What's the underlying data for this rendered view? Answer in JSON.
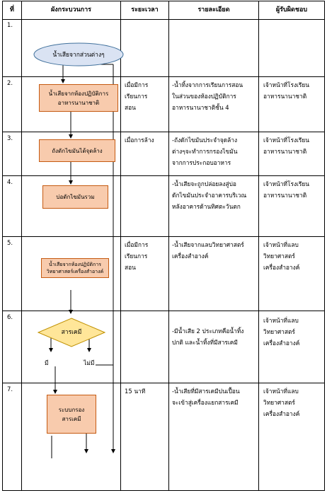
{
  "header": {
    "no": "ที่",
    "flow": "ผังกระบวนการ",
    "time": "ระยะเวลา",
    "detail": "รายละเอียด",
    "resp": "ผู้รับผิดชอบ"
  },
  "rows": [
    {
      "no": "1.",
      "shape": "น้ำเสียจากส่วนต่างๆ",
      "time": [],
      "detail": [],
      "resp": []
    },
    {
      "no": "2.",
      "shape": "น้ำเสียจากห้องปฏิบัติการอาหารนานาชาติ",
      "time": [
        "เมื่อมีการ",
        "เรียนการ",
        "สอน"
      ],
      "detail": [
        "-น้ำทิ้งจากการเรียนการสอน",
        "ในส่วนของห้องปฏิบัติการ",
        "อาหารนานาชาติชั้น 4"
      ],
      "resp": [
        "เจ้าหน้าที่โรงเรียน",
        "อาหารนานาชาติ"
      ]
    },
    {
      "no": "3.",
      "shape": "ถังดักไขมันได้จุดล้าง",
      "time": [
        "เมื่อการล้าง"
      ],
      "detail": [
        "-ถังดักไขมันประจำจุดล้าง",
        "ต่างๆจะทำการกรองไขมัน",
        "จากการประกอบอาหาร"
      ],
      "resp": [
        "เจ้าหน้าที่โรงเรียน",
        "อาหารนานาชาติ"
      ]
    },
    {
      "no": "4.",
      "shape": "บ่อดักไขมันรวม",
      "time": [],
      "detail": [
        "-น้ำเสียจะถูกปล่อยลงสู่บ่อ",
        "ดักไขมันประจำอาคารบริเวณ",
        "หลังอาคารด้านทิศตะวันตก"
      ],
      "resp": [
        "เจ้าหน้าที่โรงเรียน",
        "อาหารนานาชาติ"
      ]
    },
    {
      "no": "5.",
      "shape": "น้ำเสียจากห้องปฏิบัติการวิทยาศาสตร์เครื่องสำอางค์",
      "time": [
        "เมื่อมีการ",
        "เรียนการ",
        "สอน"
      ],
      "detail": [
        "-น้ำเสียจากแลบวิทยาศาสตร์",
        "เครื่องสำอางค์"
      ],
      "resp": [
        "เจ้าหน้าที่แลบ",
        "วิทยาศาสตร์",
        "เครื่องสำอางค์"
      ]
    },
    {
      "no": "6.",
      "shape": "สารเคมี",
      "yes": "มี",
      "no_label": "ไม่มี",
      "time": [],
      "detail": [
        "-มีน้ำเสีย 2 ประเภทคือน้ำทิ้ง",
        "ปกติ และน้ำทิ้งที่มีสารเคมี"
      ],
      "resp": [
        "เจ้าหน้าที่แลบ",
        "วิทยาศาสตร์",
        "เครื่องสำอางค์"
      ]
    },
    {
      "no": "7.",
      "shape": "ระบบกรองสารเคมี",
      "time": [
        "15 นาที"
      ],
      "detail": [
        "-น้ำเสียที่มีสารเคมีปนเปื้อน",
        "จะเข้าสู่เครื่องแยกสารเคมี"
      ],
      "resp": [
        "เจ้าหน้าที่แลบ",
        "วิทยาศาสตร์",
        "เครื่องสำอางค์"
      ]
    }
  ],
  "colors": {
    "box_fill": "#f8cbad",
    "box_border": "#c55a11",
    "ellipse_fill": "#dae3f3",
    "ellipse_border": "#41719c",
    "diamond_fill": "#ffe699",
    "diamond_border": "#bf9000"
  }
}
